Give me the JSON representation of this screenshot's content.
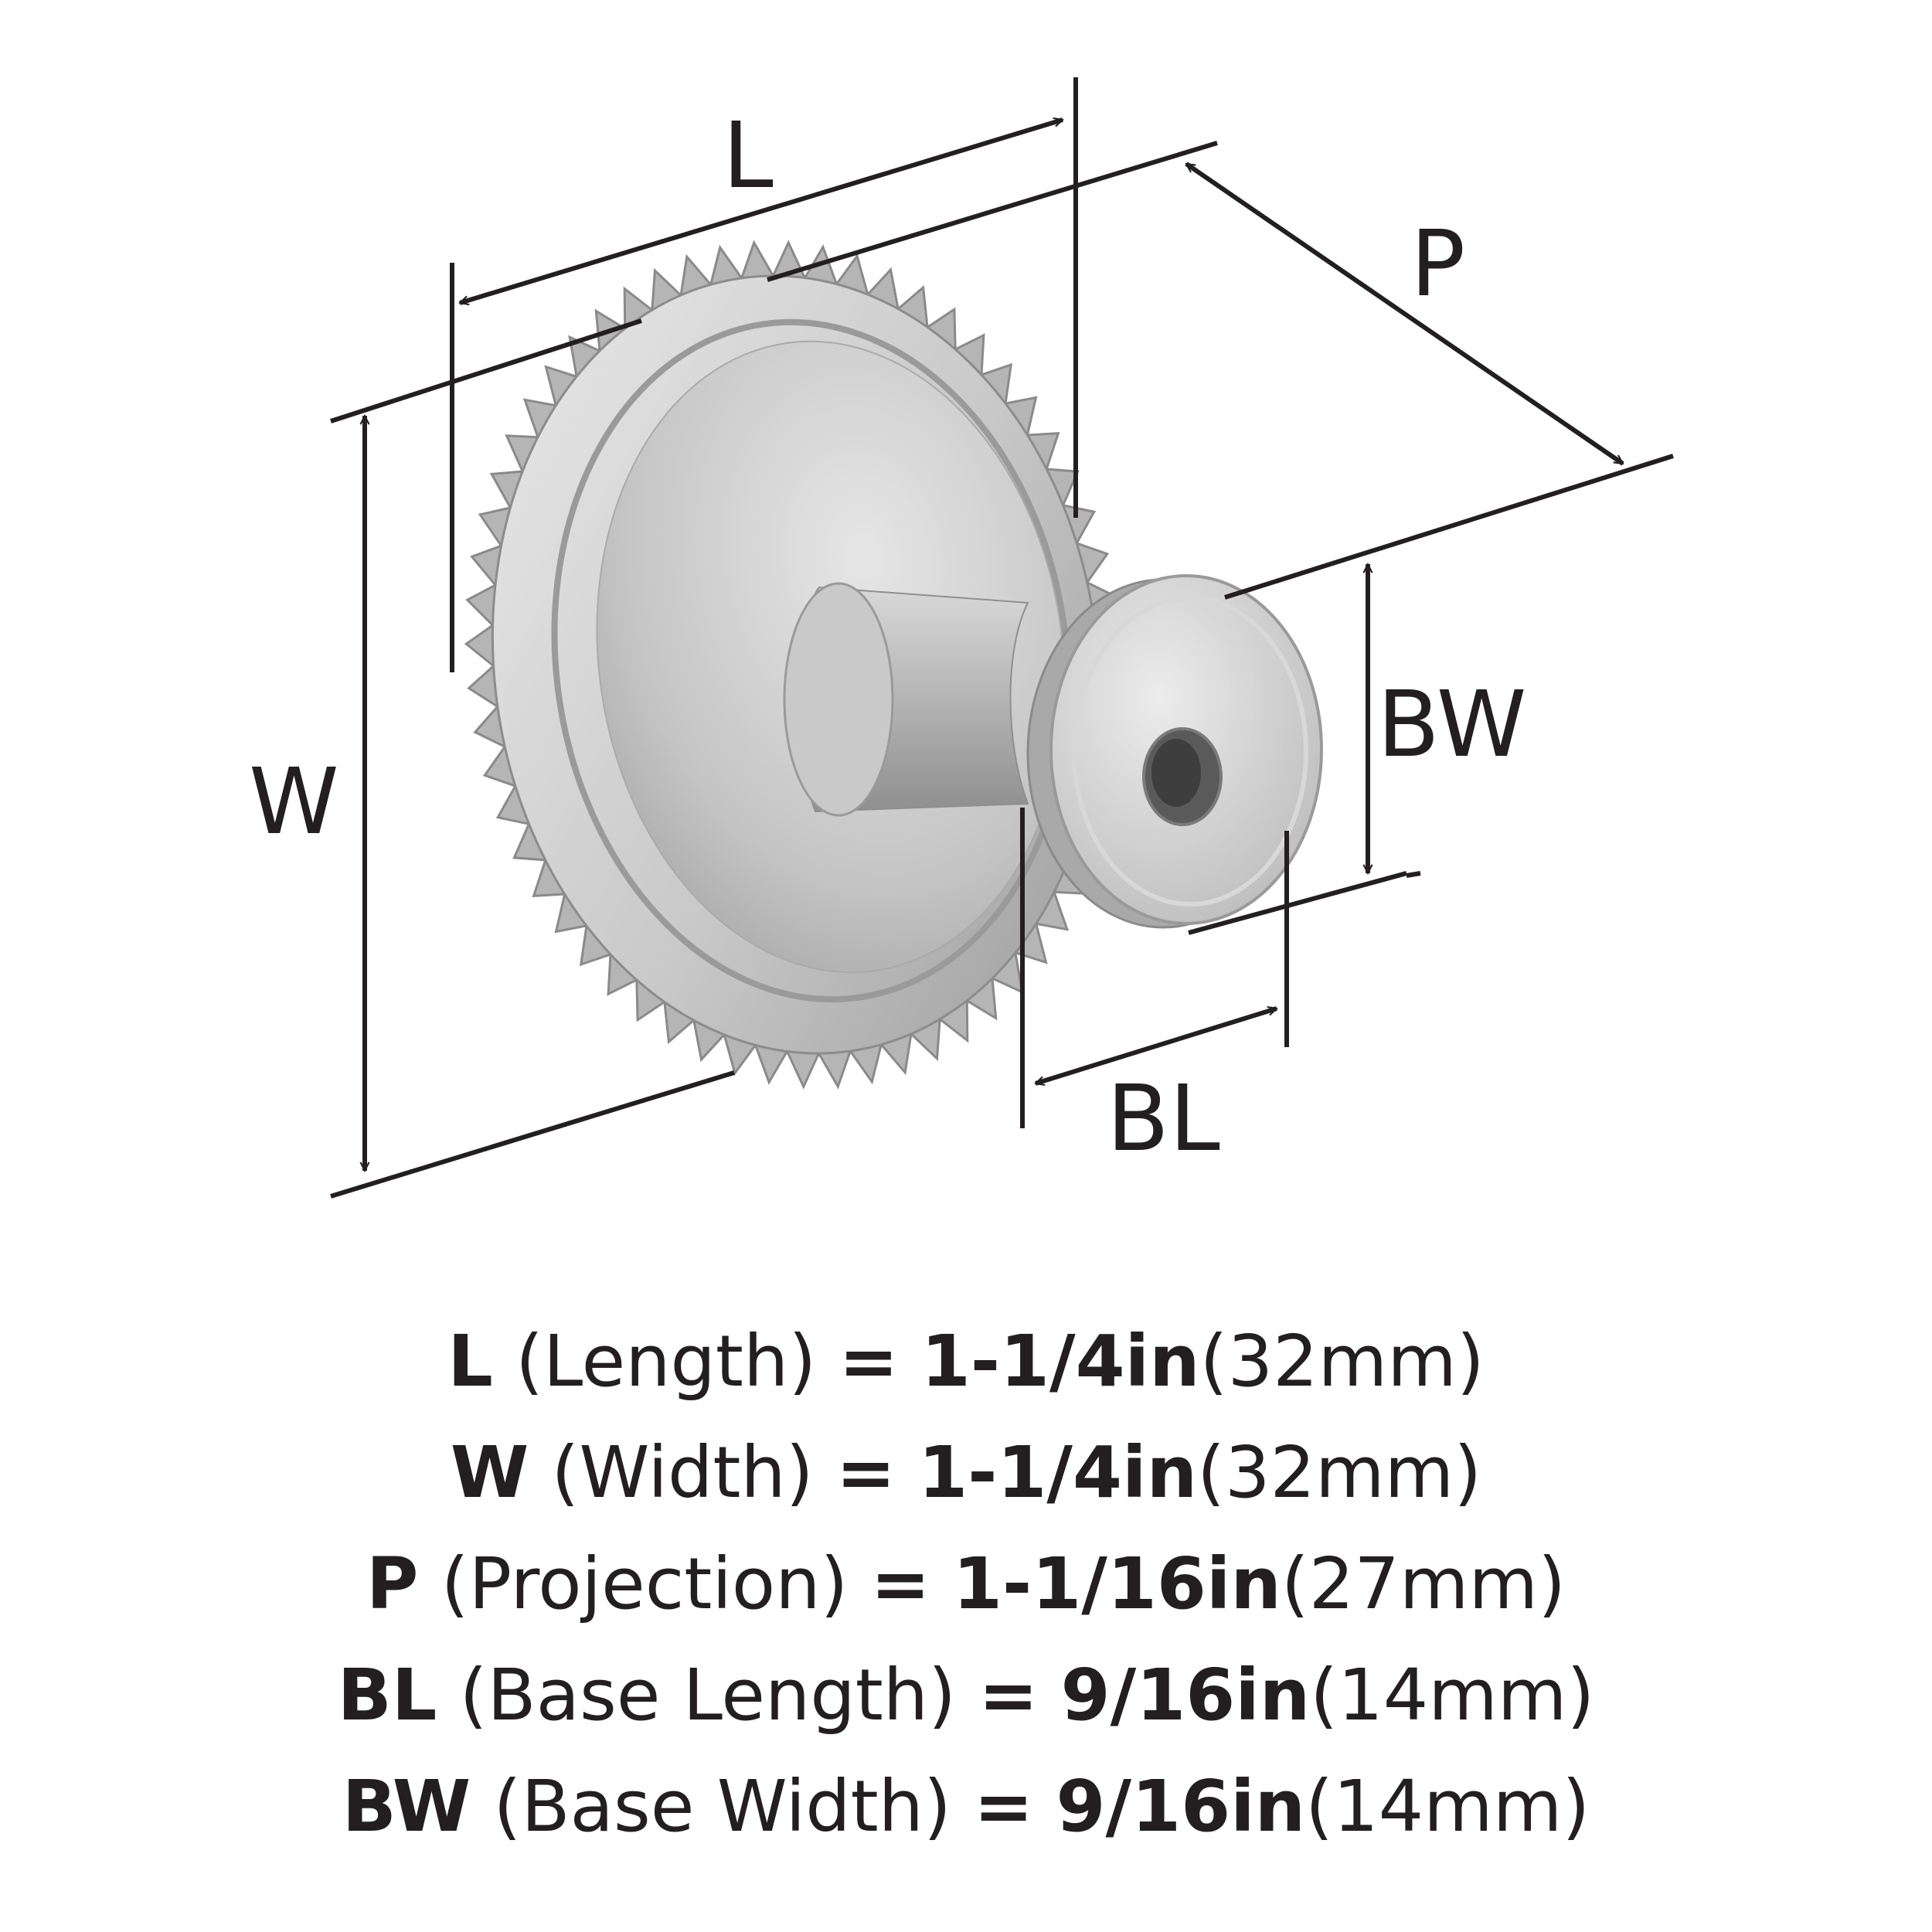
{
  "colors": {
    "ink": "#231f20",
    "metal_light": "#e4e4e4",
    "metal_mid": "#bcbcbc",
    "metal_dark": "#8e8e8e",
    "hole": "#4a4a4a"
  },
  "dimension_labels": {
    "L": "L",
    "W": "W",
    "P": "P",
    "BW": "BW",
    "BL": "BL"
  },
  "specs": [
    {
      "key": "L",
      "name": "(Length)",
      "eq": "=",
      "imperial": "1-1/4in",
      "metric": "(32mm)"
    },
    {
      "key": "W",
      "name": "(Width)",
      "eq": "=",
      "imperial": "1-1/4in",
      "metric": "(32mm)"
    },
    {
      "key": "P",
      "name": "(Projection)",
      "eq": "=",
      "imperial": "1-1/16in",
      "metric": "(27mm)"
    },
    {
      "key": "BL",
      "name": "(Base Length)",
      "eq": "=",
      "imperial": "9/16in",
      "metric": "(14mm)"
    },
    {
      "key": "BW",
      "name": "(Base Width)",
      "eq": "=",
      "imperial": "9/16in",
      "metric": "(14mm)"
    }
  ]
}
